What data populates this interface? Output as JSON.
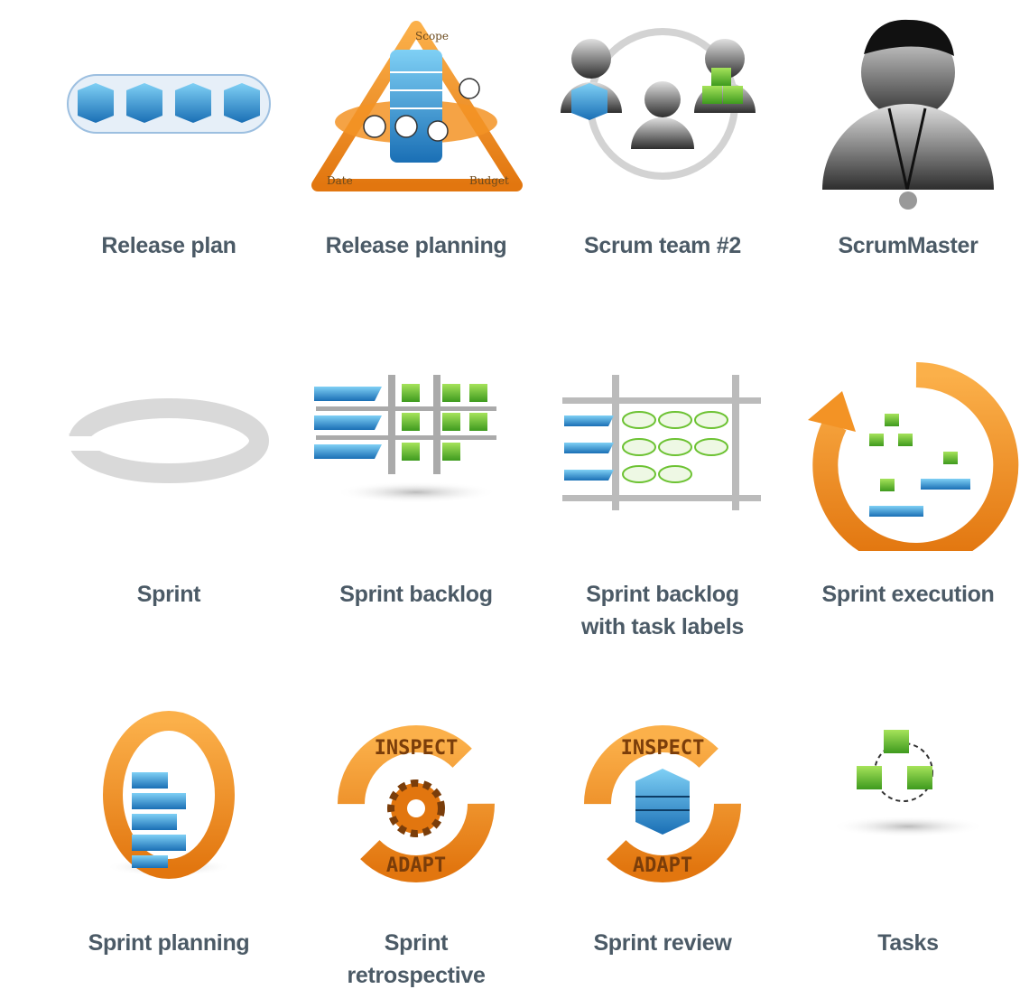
{
  "icons": [
    {
      "label": "Release plan",
      "icon": "release-plan"
    },
    {
      "label": "Release planning",
      "icon": "release-planning",
      "annotations": [
        "Scope",
        "Date",
        "Budget"
      ]
    },
    {
      "label": "Scrum team #2",
      "icon": "scrum-team"
    },
    {
      "label": "ScrumMaster",
      "icon": "scrum-master"
    },
    {
      "label": "Sprint",
      "icon": "sprint"
    },
    {
      "label": "Sprint backlog",
      "icon": "sprint-backlog"
    },
    {
      "label": "Sprint backlog with task labels",
      "icon": "sprint-backlog-task-labels"
    },
    {
      "label": "Sprint execution",
      "icon": "sprint-execution"
    },
    {
      "label": "Sprint planning",
      "icon": "sprint-planning"
    },
    {
      "label": "Sprint retrospective",
      "icon": "sprint-retrospective",
      "annotations": [
        "INSPECT",
        "ADAPT"
      ]
    },
    {
      "label": "Sprint review",
      "icon": "sprint-review",
      "annotations": [
        "INSPECT",
        "ADAPT"
      ]
    },
    {
      "label": "Tasks",
      "icon": "tasks"
    }
  ],
  "colors": {
    "label": "#4b5a66",
    "orange": "#f39325",
    "blue": "#2a8fd0",
    "green": "#6cc232",
    "gray": "#d9d9d9"
  }
}
